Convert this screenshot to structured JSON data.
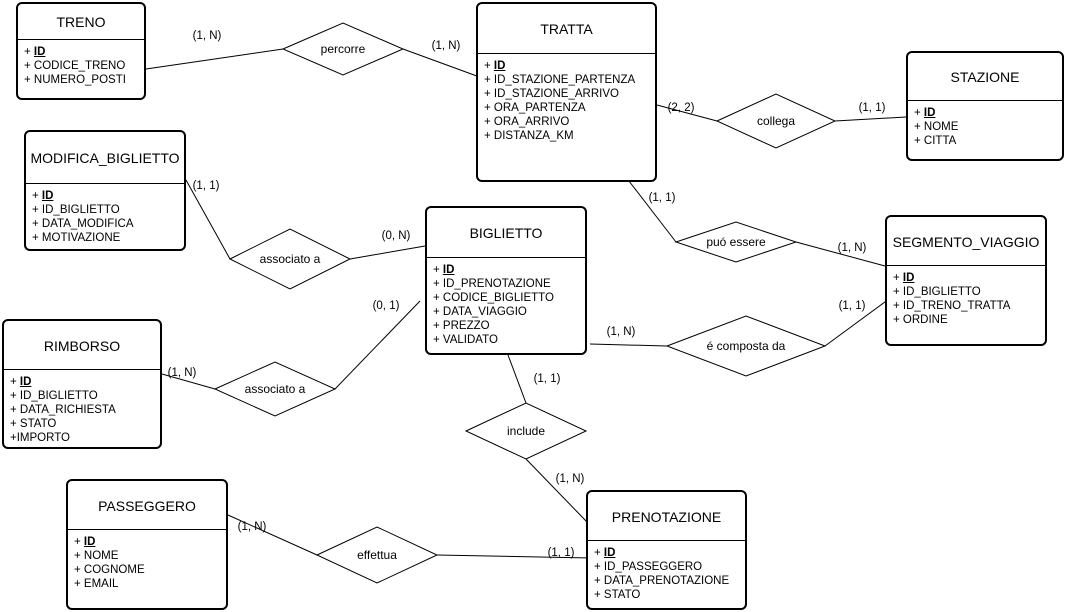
{
  "entities": [
    {
      "id": "treno",
      "name": "TRENO",
      "attributes": [
        {
          "prefix": "+ ",
          "name": "ID",
          "pk": true
        },
        {
          "prefix": "+ ",
          "name": "CODICE_TRENO"
        },
        {
          "prefix": "+ ",
          "name": "NUMERO_POSTI"
        }
      ]
    },
    {
      "id": "tratta",
      "name": "TRATTA",
      "attributes": [
        {
          "prefix": "+ ",
          "name": "ID",
          "pk": true
        },
        {
          "prefix": "+ ",
          "name": "ID_STAZIONE_PARTENZA"
        },
        {
          "prefix": "+ ",
          "name": "ID_STAZIONE_ARRIVO"
        },
        {
          "prefix": "+ ",
          "name": "ORA_PARTENZA"
        },
        {
          "prefix": "+ ",
          "name": "ORA_ARRIVO"
        },
        {
          "prefix": "+ ",
          "name": "DISTANZA_KM"
        }
      ]
    },
    {
      "id": "stazione",
      "name": "STAZIONE",
      "attributes": [
        {
          "prefix": "+ ",
          "name": "ID",
          "pk": true
        },
        {
          "prefix": "+ ",
          "name": "NOME"
        },
        {
          "prefix": "+ ",
          "name": "CITTA"
        }
      ]
    },
    {
      "id": "modifica_biglietto",
      "name": "MODIFICA_BIGLIETTO",
      "attributes": [
        {
          "prefix": "+ ",
          "name": "ID",
          "pk": true
        },
        {
          "prefix": "+ ",
          "name": "ID_BIGLIETTO"
        },
        {
          "prefix": "+ ",
          "name": "DATA_MODIFICA"
        },
        {
          "prefix": "+ ",
          "name": "MOTIVAZIONE"
        }
      ]
    },
    {
      "id": "biglietto",
      "name": "BIGLIETTO",
      "attributes": [
        {
          "prefix": "+ ",
          "name": "ID",
          "pk": true
        },
        {
          "prefix": "+ ",
          "name": "ID_PRENOTAZIONE"
        },
        {
          "prefix": "+ ",
          "name": "CODICE_BIGLIETTO"
        },
        {
          "prefix": "+ ",
          "name": "DATA_VIAGGIO"
        },
        {
          "prefix": "+ ",
          "name": "PREZZO"
        },
        {
          "prefix": "+ ",
          "name": "VALIDATO"
        }
      ]
    },
    {
      "id": "segmento_viaggio",
      "name": "SEGMENTO_VIAGGIO",
      "attributes": [
        {
          "prefix": "+ ",
          "name": "ID",
          "pk": true
        },
        {
          "prefix": "+ ",
          "name": "ID_BIGLIETTO"
        },
        {
          "prefix": "+ ",
          "name": "ID_TRENO_TRATTA"
        },
        {
          "prefix": "+ ",
          "name": "ORDINE"
        }
      ]
    },
    {
      "id": "rimborso",
      "name": "RIMBORSO",
      "attributes": [
        {
          "prefix": "+ ",
          "name": "ID",
          "pk": true
        },
        {
          "prefix": "+ ",
          "name": "ID_BIGLIETTO"
        },
        {
          "prefix": "+ ",
          "name": "DATA_RICHIESTA"
        },
        {
          "prefix": "+ ",
          "name": "STATO"
        },
        {
          "prefix": "+",
          "name": "IMPORTO"
        }
      ]
    },
    {
      "id": "passeggero",
      "name": "PASSEGGERO",
      "attributes": [
        {
          "prefix": "+ ",
          "name": "ID",
          "pk": true
        },
        {
          "prefix": "+ ",
          "name": "NOME"
        },
        {
          "prefix": "+ ",
          "name": "COGNOME"
        },
        {
          "prefix": "+ ",
          "name": "EMAIL"
        }
      ]
    },
    {
      "id": "prenotazione",
      "name": "PRENOTAZIONE",
      "attributes": [
        {
          "prefix": "+ ",
          "name": "ID",
          "pk": true
        },
        {
          "prefix": "+ ",
          "name": "ID_PASSEGGERO"
        },
        {
          "prefix": "+ ",
          "name": "DATA_PRENOTAZIONE"
        },
        {
          "prefix": "+ ",
          "name": "STATO"
        }
      ]
    }
  ],
  "relationships": [
    {
      "id": "percorre",
      "label": "percorre",
      "from": "treno",
      "from_card": "(1, N)",
      "to": "tratta",
      "to_card": "(1, N)"
    },
    {
      "id": "collega",
      "label": "collega",
      "from": "tratta",
      "from_card": "(2, 2)",
      "to": "stazione",
      "to_card": "(1, 1)"
    },
    {
      "id": "puo_essere",
      "label": "puó essere",
      "from": "tratta",
      "from_card": "(1, 1)",
      "to": "segmento_viaggio",
      "to_card": "(1, N)"
    },
    {
      "id": "associato_modifica",
      "label": "associato a",
      "from": "modifica_biglietto",
      "from_card": "(1, 1)",
      "to": "biglietto",
      "to_card": "(0, N)"
    },
    {
      "id": "associato_rimborso",
      "label": "associato a",
      "from": "rimborso",
      "from_card": "(1, N)",
      "to": "biglietto",
      "to_card": "(0, 1)"
    },
    {
      "id": "composta_da",
      "label": "é composta da",
      "from": "biglietto",
      "from_card": "(1, N)",
      "to": "segmento_viaggio",
      "to_card": "(1, 1)"
    },
    {
      "id": "include",
      "label": "include",
      "from": "biglietto",
      "from_card": "(1, 1)",
      "to": "prenotazione",
      "to_card": "(1, N)"
    },
    {
      "id": "effettua",
      "label": "effettua",
      "from": "passeggero",
      "from_card": "(1, N)",
      "to": "prenotazione",
      "to_card": "(1, 1)"
    }
  ]
}
